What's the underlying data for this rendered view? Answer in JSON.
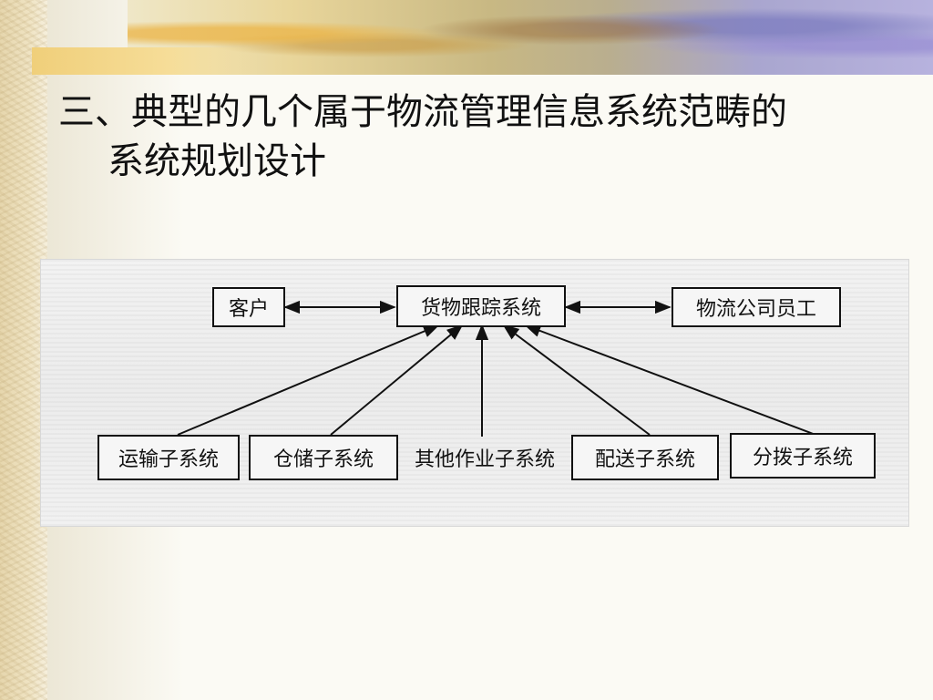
{
  "title": {
    "line1": "三、典型的几个属于物流管理信息系统范畴的",
    "line2": "系统规划设计"
  },
  "diagram": {
    "top_nodes": {
      "customer": "客户",
      "tracking": "货物跟踪系统",
      "staff": "物流公司员工"
    },
    "bottom_nodes": {
      "transport": "运输子系统",
      "warehouse": "仓储子系统",
      "other": "其他作业子系统",
      "delivery": "配送子系统",
      "distribution": "分拨子系统"
    }
  }
}
